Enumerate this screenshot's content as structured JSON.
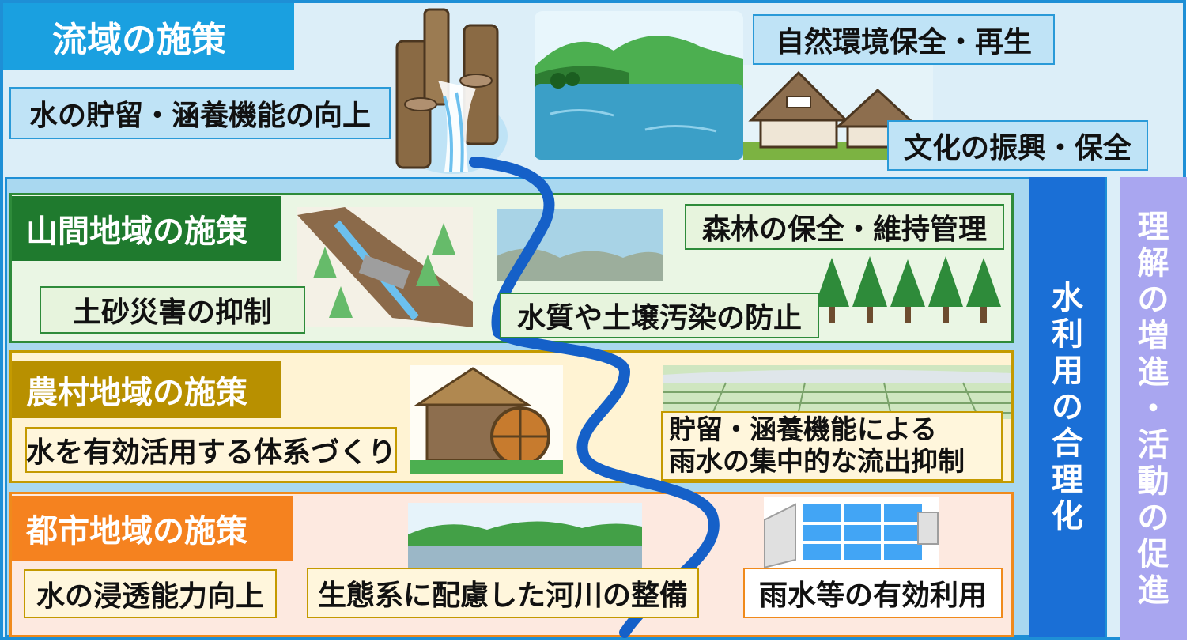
{
  "basin": {
    "title": "流域の施策",
    "callouts": {
      "storage": "水の貯留・涵養機能の向上",
      "nature": "自然環境保全・再生",
      "culture": "文化の振興・保全"
    }
  },
  "mountain": {
    "title": "山間地域の施策",
    "callouts": {
      "sediment": "土砂災害の抑制",
      "pollution": "水質や土壌汚染の防止",
      "forest": "森林の保全・維持管理"
    }
  },
  "rural": {
    "title": "農村地域の施策",
    "callouts": {
      "system": "水を有効活用する体系づくり",
      "runoff_line1": "貯留・涵養機能による",
      "runoff_line2": "雨水の集中的な流出抑制"
    }
  },
  "urban": {
    "title": "都市地域の施策",
    "callouts": {
      "infiltration": "水の浸透能力向上",
      "river": "生態系に配慮した河川の整備",
      "rainwater": "雨水等の有効利用"
    }
  },
  "bands": {
    "water_use": [
      "水",
      "利",
      "用",
      "の",
      "合",
      "理",
      "化"
    ],
    "understanding": [
      "理",
      "解",
      "の",
      "増",
      "進",
      "・",
      "活",
      "動",
      "の",
      "促",
      "進"
    ]
  },
  "colors": {
    "basin": "#1aa0e0",
    "mountain": "#1f7a2e",
    "rural": "#b89000",
    "urban": "#f5821f",
    "water_use": "#1a6fd6",
    "understanding": "#a9a6f0",
    "river": "#1560c8"
  },
  "icons": [
    "waterfall-icon",
    "lake-icon",
    "thatched-house-icon",
    "dam-valley-icon",
    "clear-water-icon",
    "forest-trees-icon",
    "waterwheel-icon",
    "paddy-field-icon",
    "river-bank-icon",
    "treatment-plant-icon"
  ]
}
